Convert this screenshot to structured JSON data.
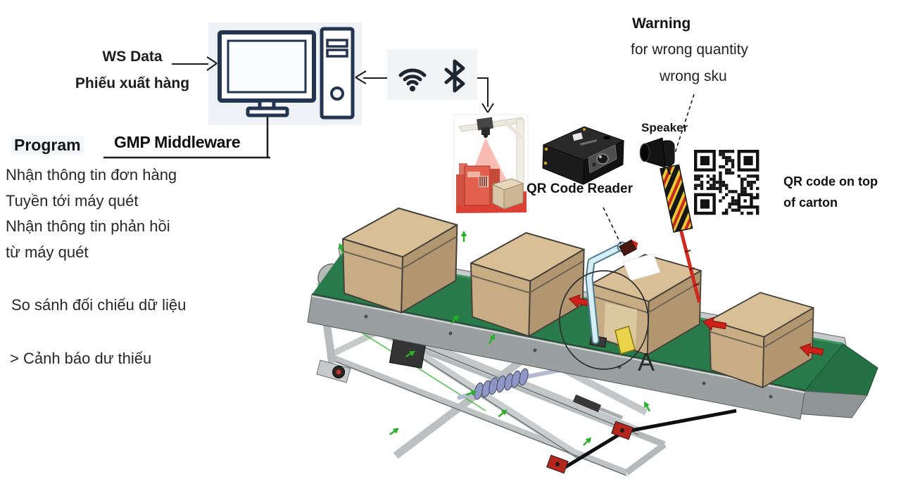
{
  "diagram": {
    "ws_data": {
      "line1": "WS Data",
      "line2": "Phiếu xuất hàng"
    },
    "middleware_label": "GMP Middleware",
    "program": {
      "title": "Program",
      "lines": [
        "Nhận thông tin đơn hàng",
        "Tuyền tới máy quét",
        "Nhận thông tin phản hồi",
        "từ máy quét"
      ],
      "compare": "So sánh đối chiếu dữ liệu",
      "alert": "> Cảnh báo dư thiếu"
    },
    "warning": {
      "title": "Warning",
      "line1": "for wrong quantity",
      "line2": "wrong sku"
    },
    "speaker_label": "Speaker",
    "qr_reader_label": "QR Code Reader",
    "qr_carton": {
      "line1": "QR code on top",
      "line2": "of carton"
    },
    "zone_label": "A",
    "icons": {
      "wifi": "wifi-icon",
      "bluetooth": "bluetooth-icon",
      "computer": "desktop-computer-icon",
      "speaker": "horn-speaker-icon",
      "qr_code": "qr-code-image",
      "scanner": "overhead-scanner-photo"
    },
    "colors": {
      "belt_green": "#2a7b4b",
      "frame_gray": "#9aa0a0",
      "carton_tan": "#d5ba90",
      "alert_red": "#ce2a1f",
      "arm_cyan": "#d6eef6",
      "icon_navy": "#223450",
      "marker_green": "#25b025"
    }
  }
}
